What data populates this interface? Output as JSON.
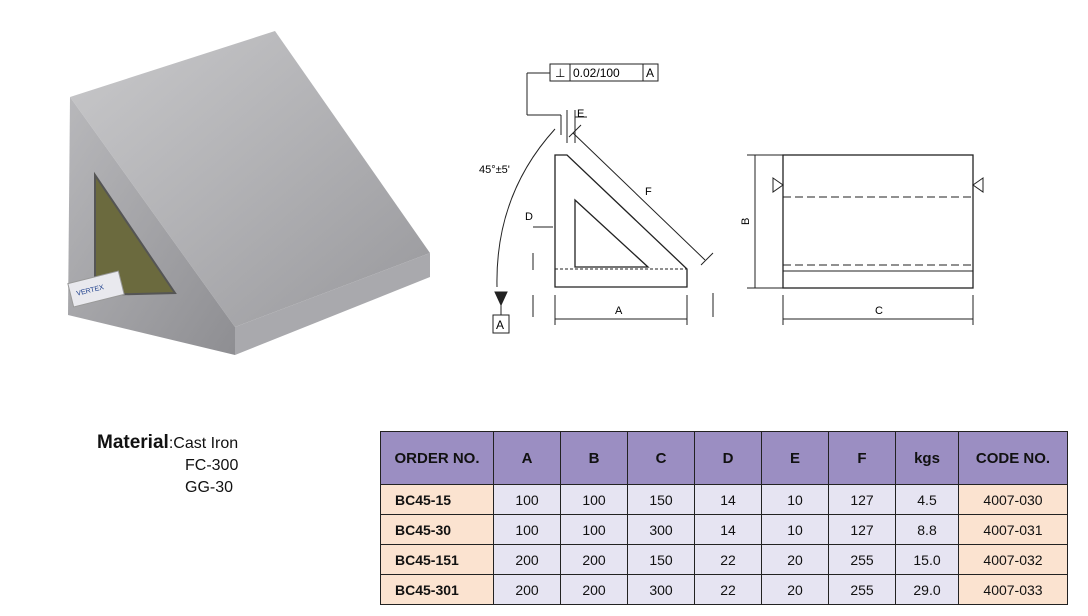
{
  "drawing": {
    "tolerance_symbol": "⊥",
    "tolerance_value": "0.02/100",
    "tolerance_datum": "A",
    "angle": "45°±5'",
    "datum_label": "A",
    "dims": {
      "A": "A",
      "B": "B",
      "C": "C",
      "D": "D",
      "E": "E",
      "F": "F"
    }
  },
  "photo": {
    "brand_label": "VERTEX"
  },
  "material": {
    "label": "Material",
    "value": ":Cast Iron",
    "grade1": "FC-300",
    "grade2": "GG-30"
  },
  "table": {
    "headers": [
      "ORDER NO.",
      "A",
      "B",
      "C",
      "D",
      "E",
      "F",
      "kgs",
      "CODE NO."
    ],
    "rows": [
      [
        "BC45-15",
        "100",
        "100",
        "150",
        "14",
        "10",
        "127",
        "4.5",
        "4007-030"
      ],
      [
        "BC45-30",
        "100",
        "100",
        "300",
        "14",
        "10",
        "127",
        "8.8",
        "4007-031"
      ],
      [
        "BC45-151",
        "200",
        "200",
        "150",
        "22",
        "20",
        "255",
        "15.0",
        "4007-032"
      ],
      [
        "BC45-301",
        "200",
        "200",
        "300",
        "22",
        "20",
        "255",
        "29.0",
        "4007-033"
      ]
    ]
  },
  "colors": {
    "header_bg": "#9b8ec2",
    "accent_bg": "#fbe3d0",
    "value_bg": "#e6e4f2"
  }
}
